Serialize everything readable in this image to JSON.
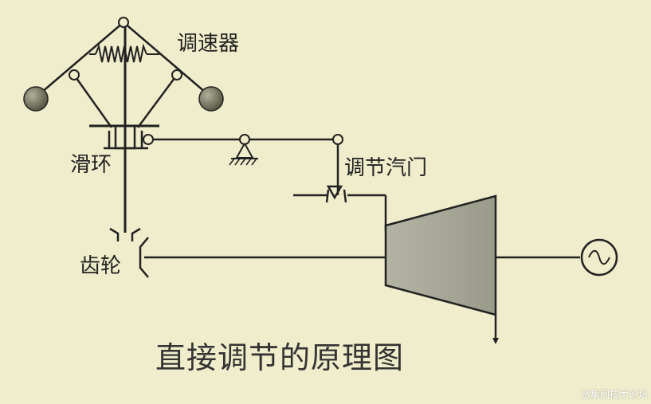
{
  "labels": {
    "governor": "调速器",
    "slip_ring": "滑环",
    "control_valve": "调节汽门",
    "gear": "齿轮",
    "title": "直接调节的原理图"
  },
  "watermark": "贤集网技术论坛",
  "colors": {
    "background": "#efedcb",
    "line": "#222222",
    "turbine_fill": "#a8a899",
    "flyball_fill": "#6f6f5c"
  },
  "icons": {
    "generator": "ac-generator-icon",
    "pivot": "fixed-pivot-icon"
  }
}
